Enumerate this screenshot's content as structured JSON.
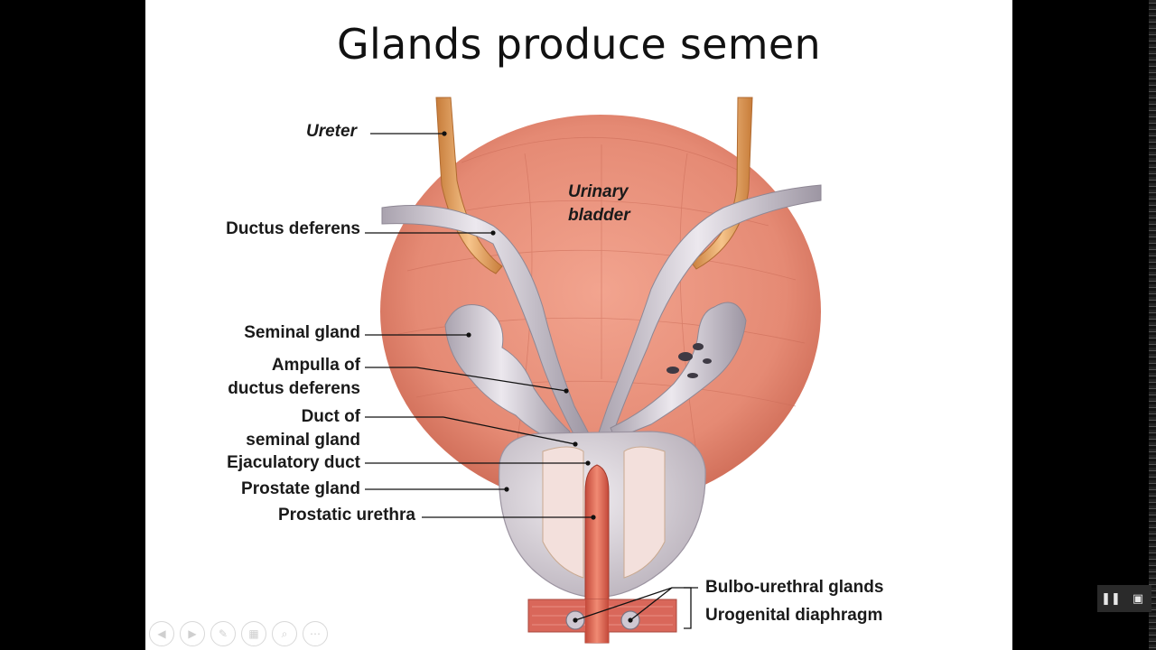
{
  "slide": {
    "title": "Glands produce semen",
    "labels": {
      "ureter": "Ureter",
      "urinary_bladder_line1": "Urinary",
      "urinary_bladder_line2": "bladder",
      "ductus_deferens": "Ductus deferens",
      "seminal_gland": "Seminal gland",
      "ampulla_line1": "Ampulla of",
      "ampulla_line2": "ductus deferens",
      "duct_seminal_line1": "Duct of",
      "duct_seminal_line2": "seminal gland",
      "ejaculatory_duct": "Ejaculatory duct",
      "prostate_gland": "Prostate gland",
      "prostatic_urethra": "Prostatic urethra",
      "bulbo_urethral": "Bulbo-urethral glands",
      "urogenital_diaphragm": "Urogenital diaphragm"
    }
  },
  "presenter_controls": [
    {
      "icon": "previous-icon",
      "glyph": "◀"
    },
    {
      "icon": "next-icon",
      "glyph": "▶"
    },
    {
      "icon": "pen-icon",
      "glyph": "✎"
    },
    {
      "icon": "slides-icon",
      "glyph": "▦"
    },
    {
      "icon": "zoom-icon",
      "glyph": "⌕"
    },
    {
      "icon": "more-icon",
      "glyph": "⋯"
    }
  ],
  "video_controls": [
    {
      "icon": "pause-icon",
      "glyph": "❚❚"
    },
    {
      "icon": "picture-in-picture-icon",
      "glyph": "▣"
    }
  ],
  "colors": {
    "bladder": "#e58a74",
    "duct": "#c9c3cc",
    "ureter": "#e2a05a",
    "urethra": "#e06a52",
    "prostate": "#d8d2d8"
  }
}
